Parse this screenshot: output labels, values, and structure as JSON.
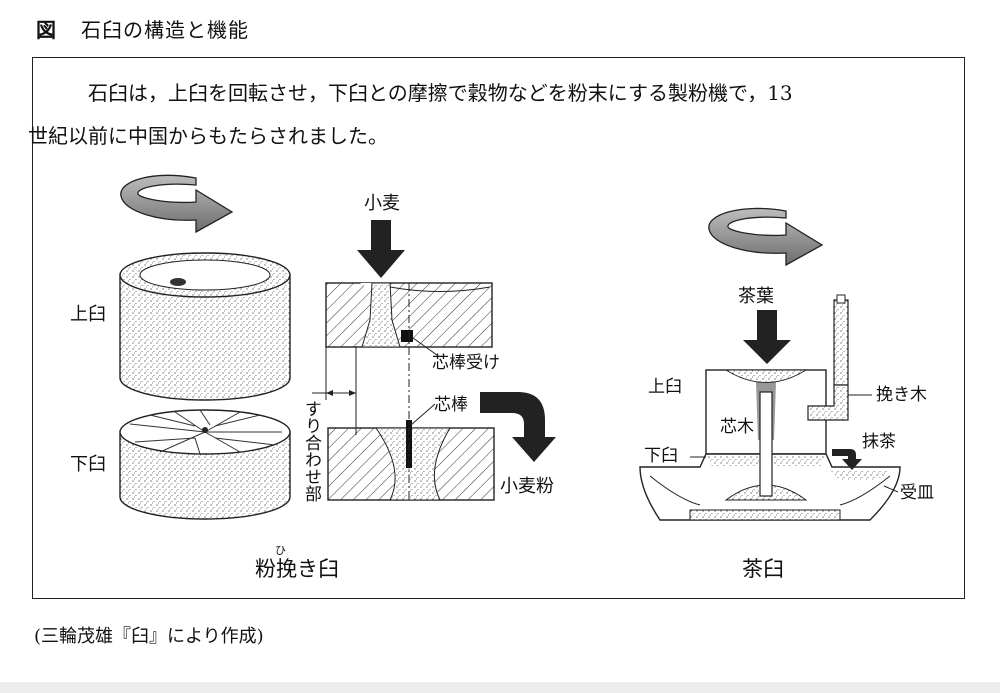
{
  "figure": {
    "prefix": "図",
    "title": "石臼の構造と機能"
  },
  "intro": {
    "line1": "石臼は，上臼を回転させ，下臼との摩擦で穀物などを粉末にする製粉機で，13",
    "line2": "世紀以前に中国からもたらされました。"
  },
  "flour_mill": {
    "upper_label": "上臼",
    "lower_label": "下臼",
    "input_label": "小麦",
    "pivot_socket_label": "芯棒受け",
    "pivot_label": "芯棒",
    "grinding_surface_label": "すり合わせ部",
    "output_label": "小麦粉",
    "caption": "粉挽き臼",
    "caption_ruby": "ひ"
  },
  "tea_mill": {
    "input_label": "茶葉",
    "upper_label": "上臼",
    "lower_label": "下臼",
    "core_label": "芯木",
    "handle_label": "挽き木",
    "output_label": "抹茶",
    "tray_label": "受皿",
    "caption": "茶臼"
  },
  "credit": "(三輪茂雄『臼』により作成)"
}
